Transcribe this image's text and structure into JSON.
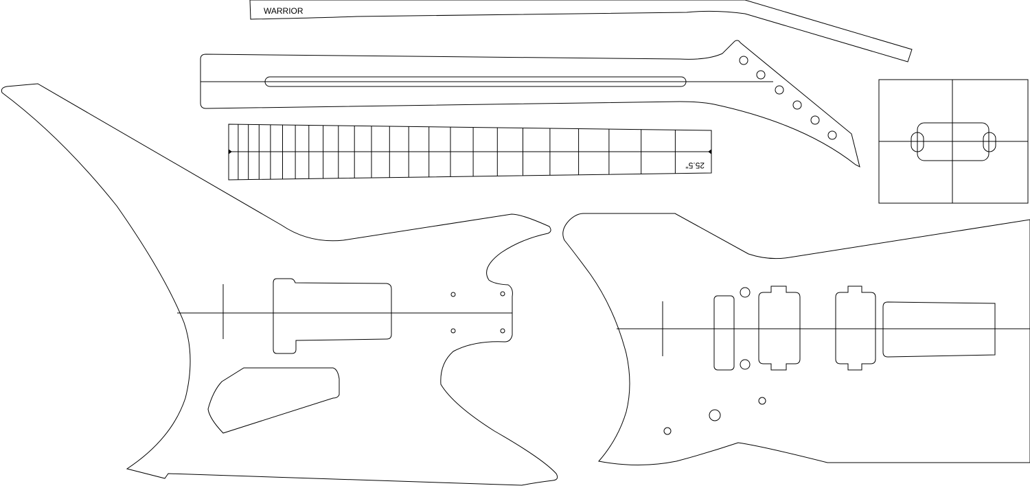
{
  "template": {
    "title": "WARRIOR",
    "scale_length": "25.5\"",
    "line_color": "#000000",
    "background": "#ffffff"
  },
  "fretboard": {
    "fret_count": 24
  },
  "pickup_template": {
    "description_hidden": ""
  }
}
